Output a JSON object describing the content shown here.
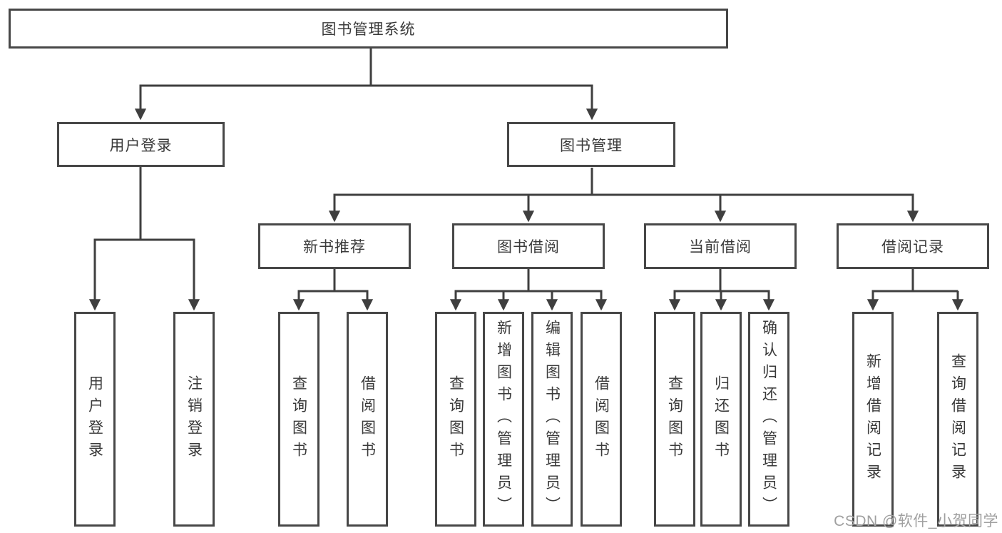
{
  "diagram": {
    "root": {
      "label": "图书管理系统"
    },
    "children": [
      {
        "label": "用户登录",
        "children": [
          {
            "label": "用户登录"
          },
          {
            "label": "注销登录"
          }
        ]
      },
      {
        "label": "图书管理",
        "children": [
          {
            "label": "新书推荐",
            "children": [
              {
                "label": "查询图书"
              },
              {
                "label": "借阅图书"
              }
            ]
          },
          {
            "label": "图书借阅",
            "children": [
              {
                "label": "查询图书"
              },
              {
                "label": "新增图书（管理员）"
              },
              {
                "label": "编辑图书（管理员）"
              },
              {
                "label": "借阅图书"
              }
            ]
          },
          {
            "label": "当前借阅",
            "children": [
              {
                "label": "查询图书"
              },
              {
                "label": "归还图书"
              },
              {
                "label": "确认归还（管理员）"
              }
            ]
          },
          {
            "label": "借阅记录",
            "children": [
              {
                "label": "新增借阅记录"
              },
              {
                "label": "查询借阅记录"
              }
            ]
          }
        ]
      }
    ]
  },
  "watermark": "CSDN @软件_小贺同学",
  "colors": {
    "line": "#3f3f3f",
    "text": "#3a3a3a",
    "watermark": "#a0a0a0",
    "bg": "#ffffff"
  }
}
